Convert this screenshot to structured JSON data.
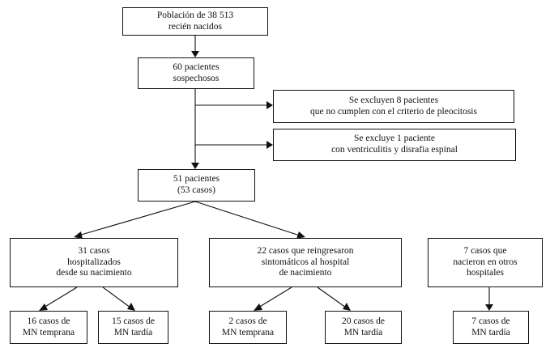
{
  "boxes": {
    "population": {
      "line1": "Población de 38 513",
      "line2": "recién nacidos"
    },
    "suspected": {
      "line1": "60 pacientes",
      "line2": "sospechosos"
    },
    "excluded_8": {
      "line1": "Se excluyen 8 pacientes",
      "line2": "que no cumplen con el criterio de pleocitosis"
    },
    "excluded_1": {
      "line1": "Se excluye 1 paciente",
      "line2": "con  ventriculitis y disrafia espinal"
    },
    "patients_51": {
      "line1": "51 pacientes",
      "line2": "(53 casos)"
    },
    "hospitalized": {
      "line1": "31 casos",
      "line2": "hospitalizados",
      "line3": "desde su nacimiento"
    },
    "readmitted": {
      "line1": "22 casos que reingresaron",
      "line2": "sintomáticos al hospital",
      "line3": "de nacimiento"
    },
    "other_hospitals": {
      "line1": "7 casos que",
      "line2": "nacieron en otros",
      "line3": "hospitales"
    },
    "hosp_early": {
      "line1": "16 casos de",
      "line2": "MN temprana"
    },
    "hosp_late": {
      "line1": "15 casos de",
      "line2": "MN tardía"
    },
    "readm_early": {
      "line1": "2 casos de",
      "line2": "MN temprana"
    },
    "readm_late": {
      "line1": "20 casos de",
      "line2": "MN tardía"
    },
    "other_late": {
      "line1": "7 casos de",
      "line2": "MN tardía"
    }
  }
}
